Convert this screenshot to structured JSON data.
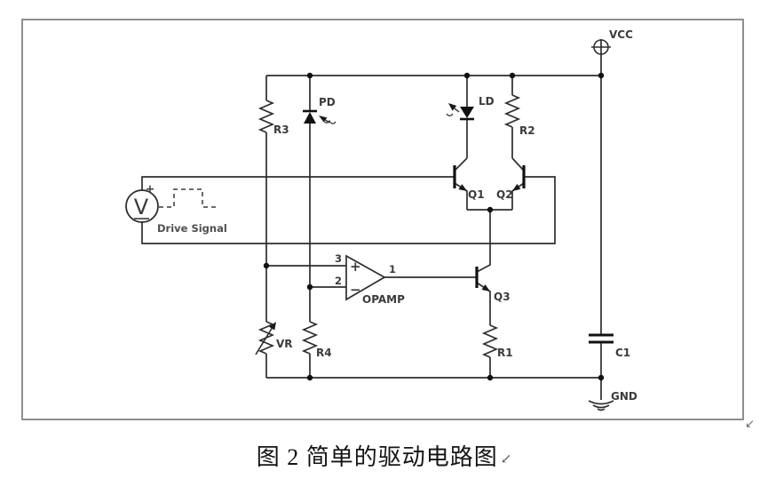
{
  "schematic": {
    "power": {
      "vcc": "VCC",
      "gnd": "GND"
    },
    "resistors": {
      "r1": "R1",
      "r2": "R2",
      "r3": "R3",
      "r4": "R4",
      "vr": "VR"
    },
    "capacitor": {
      "c1": "C1"
    },
    "diodes": {
      "pd": "PD",
      "ld": "LD"
    },
    "transistors": {
      "q1": "Q1",
      "q2": "Q2",
      "q3": "Q3"
    },
    "opamp": {
      "name": "OPAMP",
      "pin_out": "1",
      "pin_inv": "2",
      "pin_noninv": "3",
      "plus": "+",
      "minus": "−"
    },
    "source": {
      "symbol": "V",
      "plus": "+",
      "label": "Drive Signal"
    }
  },
  "caption": {
    "text": "图 2  简单的驱动电路图",
    "return_mark": "↙",
    "corner_return_mark": "↙"
  },
  "colors": {
    "wire": "#2e2e2e",
    "label": "#3b3b3b",
    "border": "#8f8f8f",
    "background": "#ffffff"
  }
}
